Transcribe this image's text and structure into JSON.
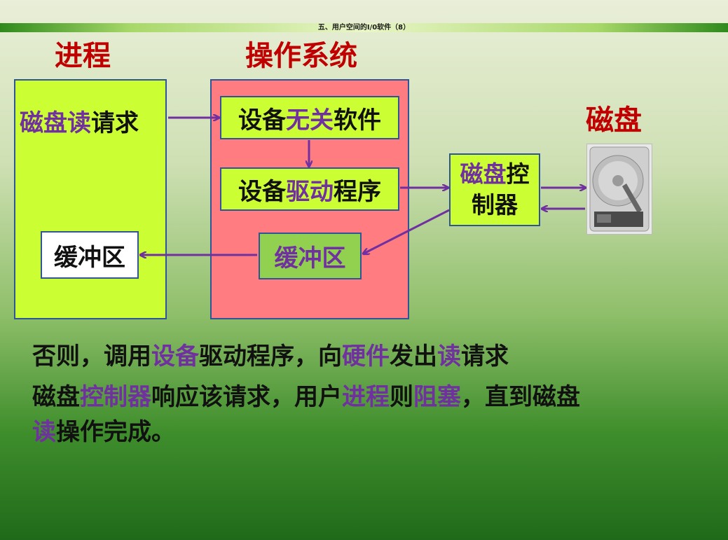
{
  "slide": {
    "title": "五、用户空间的I/0软件（8）"
  },
  "headings": {
    "process": "进程",
    "os": "操作系统",
    "disk": "磁盘"
  },
  "process_box": {
    "request_prefix": "磁盘读",
    "request_suffix": "请求",
    "buffer": "缓冲区"
  },
  "os_box": {
    "independent": {
      "part1": "设备",
      "part2": "无关",
      "part3": "软件"
    },
    "driver": {
      "part1": "设备",
      "part2": "驱动",
      "part3": "程序"
    },
    "buffer": "缓冲区"
  },
  "controller": {
    "part1": "磁盘",
    "part2": "控",
    "line2": "制器"
  },
  "text": {
    "line1": [
      {
        "t": "否则，调用",
        "c": "black"
      },
      {
        "t": "设备",
        "c": "purple"
      },
      {
        "t": "驱动程序，向",
        "c": "black"
      },
      {
        "t": "硬件",
        "c": "purple"
      },
      {
        "t": "发出",
        "c": "black"
      },
      {
        "t": "读",
        "c": "purple"
      },
      {
        "t": "请求",
        "c": "black"
      }
    ],
    "line2": [
      {
        "t": "磁盘",
        "c": "black"
      },
      {
        "t": "控制器",
        "c": "purple"
      },
      {
        "t": "响应该请求，用户",
        "c": "black"
      },
      {
        "t": "进程",
        "c": "purple"
      },
      {
        "t": "则",
        "c": "black"
      },
      {
        "t": "阻塞",
        "c": "purple"
      },
      {
        "t": "，直到磁盘",
        "c": "black"
      }
    ],
    "line3": [
      {
        "t": "读",
        "c": "purple"
      },
      {
        "t": "操作完成。",
        "c": "black"
      }
    ]
  },
  "colors": {
    "heading": "#c00000",
    "accent": "#7030a0",
    "process_fill": "#ccff33",
    "os_fill": "#ff7c80",
    "border": "#2f5597"
  }
}
